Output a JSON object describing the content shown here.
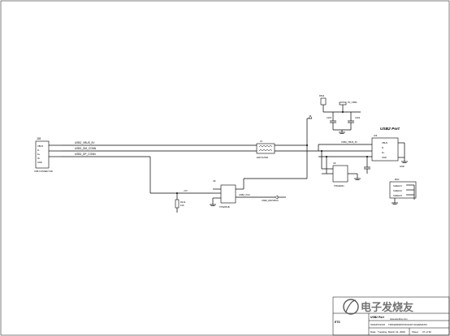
{
  "connector": {
    "designator": "J28",
    "pins": [
      "VBUS",
      "D-",
      "D+",
      "ID",
      "GND"
    ],
    "part_label": "USB CONNECTOR"
  },
  "nets": {
    "vbus": "USB2_VBUS_5V",
    "dm": "USB2_DM_CONN",
    "dp": "USB2_DP_CONN",
    "vbus_right": "USB2_VBUS_5V",
    "oc": "USB2_OC#",
    "ctl": "USB2_DRVVBUS",
    "vbus_in": "+5V"
  },
  "components": {
    "filter": {
      "ref": "L5",
      "value": "EMI FILTER"
    },
    "u_switch": {
      "ref": "U8",
      "value": "TPS2051B"
    },
    "u_esd": {
      "ref": "U9",
      "value": "TPD2E001"
    },
    "resistor": {
      "ref": "R213",
      "value": "10K"
    },
    "cap1": {
      "ref": "C201"
    },
    "cap2": {
      "ref": "C202"
    },
    "ferrite_top": {
      "ref": "FB13",
      "value": "5V"
    },
    "pwr_label": "5V_USB2",
    "usb_port": {
      "ref": "J29",
      "label": "USB2 Port"
    },
    "port_pins": [
      "VBUS",
      "D-",
      "D+",
      "GND"
    ],
    "gnd_label": "GND",
    "mh": {
      "ref": "MH2",
      "items": [
        "SHIELD1",
        "SHIELD2",
        "SHIELD3"
      ]
    }
  },
  "title_block": {
    "title": "USB2 Port",
    "company": "OMAP3 EVM",
    "doc": "TMS320DM3730 EVM SCHEMATIC",
    "date_label": "Date:",
    "date": "Tuesday, March 31, 2009",
    "sheet_label": "Sheet",
    "sheet": "27 of 36",
    "ets_mark": "ETS"
  },
  "watermark": {
    "text": "电子发烧友",
    "site": "www.elecfans.com"
  }
}
